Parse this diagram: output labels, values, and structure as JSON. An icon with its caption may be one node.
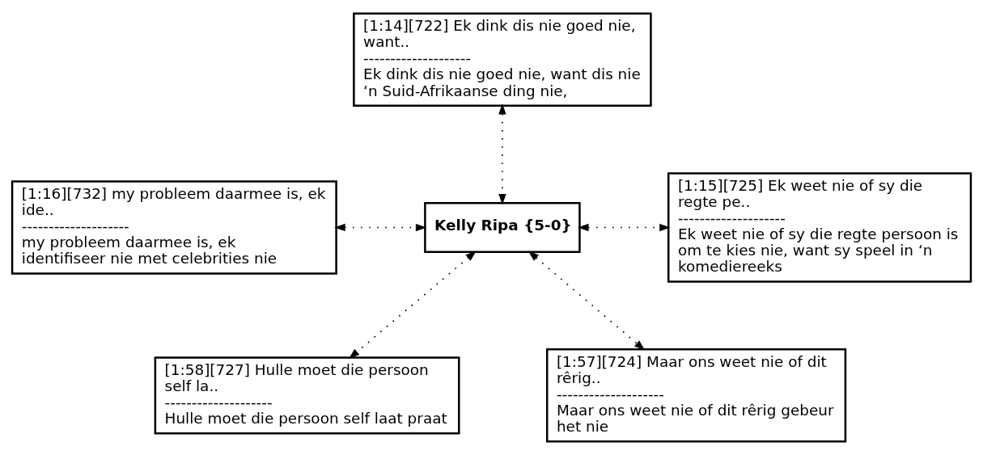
{
  "diagram": {
    "nodes": [
      {
        "text": [
          "[1:14][722] Ek dink dis nie goed nie, want..",
          "--------------------",
          "Ek dink dis nie goed nie, want dis nie ‘n Suid-Afrikaanse ding nie,"
        ]
      },
      {
        "text": [
          "[1:16][732] my probleem daarmee is, ek ide..",
          "--------------------",
          "my probleem daarmee is, ek identifiseer nie met celebrities nie"
        ]
      },
      {
        "text": [
          "Kelly Ripa {5-0}"
        ]
      },
      {
        "text": [
          "[1:15][725] Ek weet nie of sy die regte pe..",
          "--------------------",
          "Ek weet nie of sy die regte persoon is om te kies nie, want sy speel in ‘n komediereeks"
        ]
      },
      {
        "text": [
          "[1:58][727] Hulle moet die persoon self la..",
          "--------------------",
          "Hulle moet die persoon self laat praat"
        ]
      },
      {
        "text": [
          "[1:57][724] Maar ons weet nie of dit rêrig..",
          "--------------------",
          "Maar ons weet nie of dit rêrig gebeur het nie"
        ]
      }
    ],
    "edges": [
      {
        "from": 0,
        "to": 2,
        "arrow": "both",
        "style": "dashed"
      },
      {
        "from": 1,
        "to": 2,
        "arrow": "both",
        "style": "dashed"
      },
      {
        "from": 2,
        "to": 3,
        "arrow": "both",
        "style": "dashed"
      },
      {
        "from": 2,
        "to": 4,
        "arrow": "both",
        "style": "dashed"
      },
      {
        "from": 2,
        "to": 5,
        "arrow": "both",
        "style": "dashed"
      }
    ]
  }
}
